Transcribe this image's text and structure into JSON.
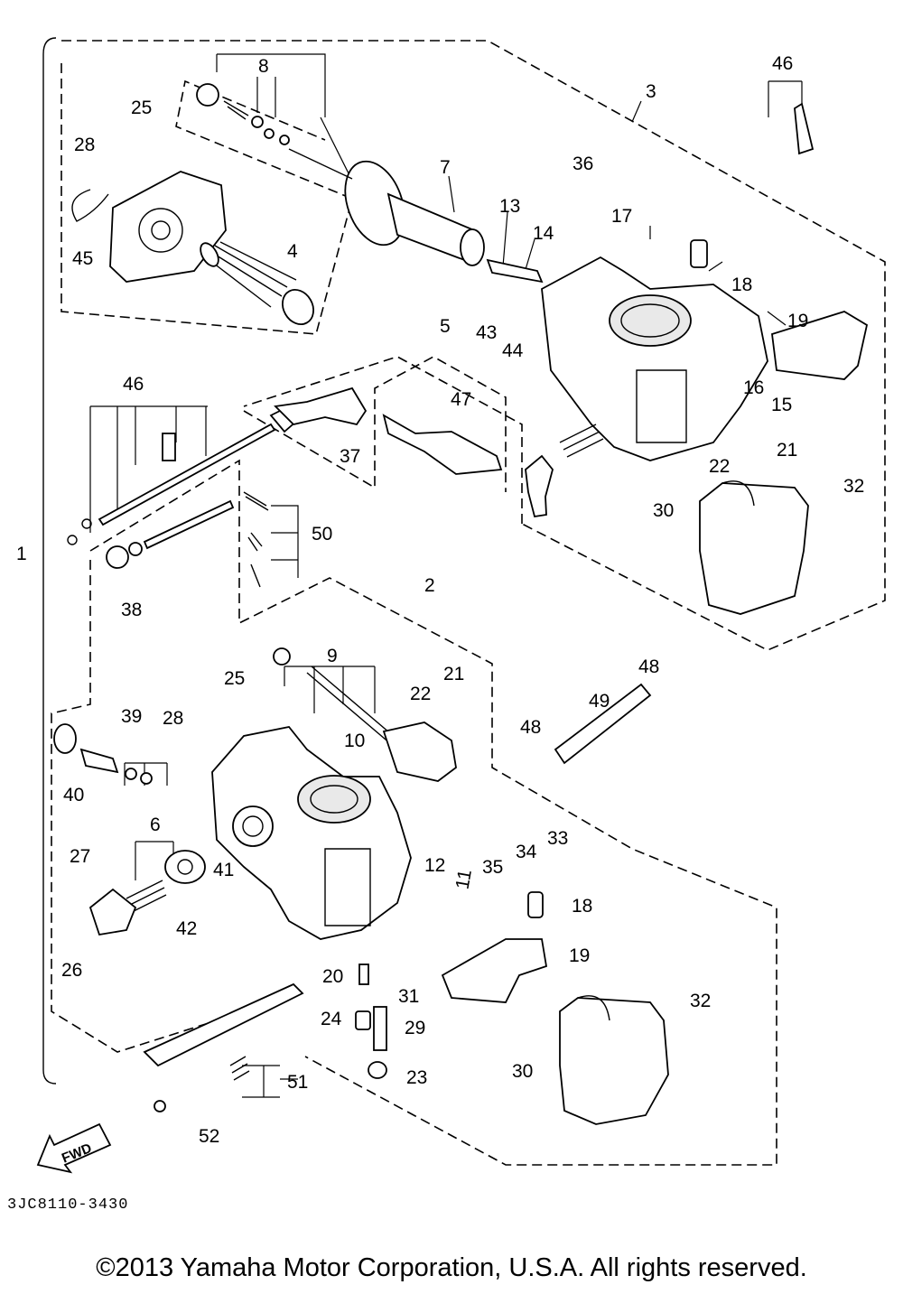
{
  "diagram": {
    "part_code": "3JC8110-3430",
    "copyright": "©2013 Yamaha Motor Corporation, U.S.A. All rights reserved.",
    "fwd_arrow_text": "FWD",
    "callouts": {
      "c1": "1",
      "c2": "2",
      "c3": "3",
      "c4": "4",
      "c5": "5",
      "c6": "6",
      "c7": "7",
      "c8": "8",
      "c9": "9",
      "c10": "10",
      "c11": "11",
      "c12": "12",
      "c13": "13",
      "c14": "14",
      "c15": "15",
      "c16": "16",
      "c17": "17",
      "c18a": "18",
      "c18b": "18",
      "c19a": "19",
      "c19b": "19",
      "c20": "20",
      "c21a": "21",
      "c21b": "21",
      "c22a": "22",
      "c22b": "22",
      "c23": "23",
      "c24": "24",
      "c25a": "25",
      "c25b": "25",
      "c26": "26",
      "c27": "27",
      "c28a": "28",
      "c28b": "28",
      "c29": "29",
      "c30a": "30",
      "c30b": "30",
      "c31": "31",
      "c32a": "32",
      "c32b": "32",
      "c33": "33",
      "c34": "34",
      "c35": "35",
      "c36": "36",
      "c37": "37",
      "c38": "38",
      "c39": "39",
      "c40": "40",
      "c41": "41",
      "c42": "42",
      "c43": "43",
      "c44": "44",
      "c45": "45",
      "c46a": "46",
      "c46b": "46",
      "c47": "47",
      "c48a": "48",
      "c48b": "48",
      "c49": "49",
      "c50": "50",
      "c51": "51",
      "c52": "52"
    }
  }
}
